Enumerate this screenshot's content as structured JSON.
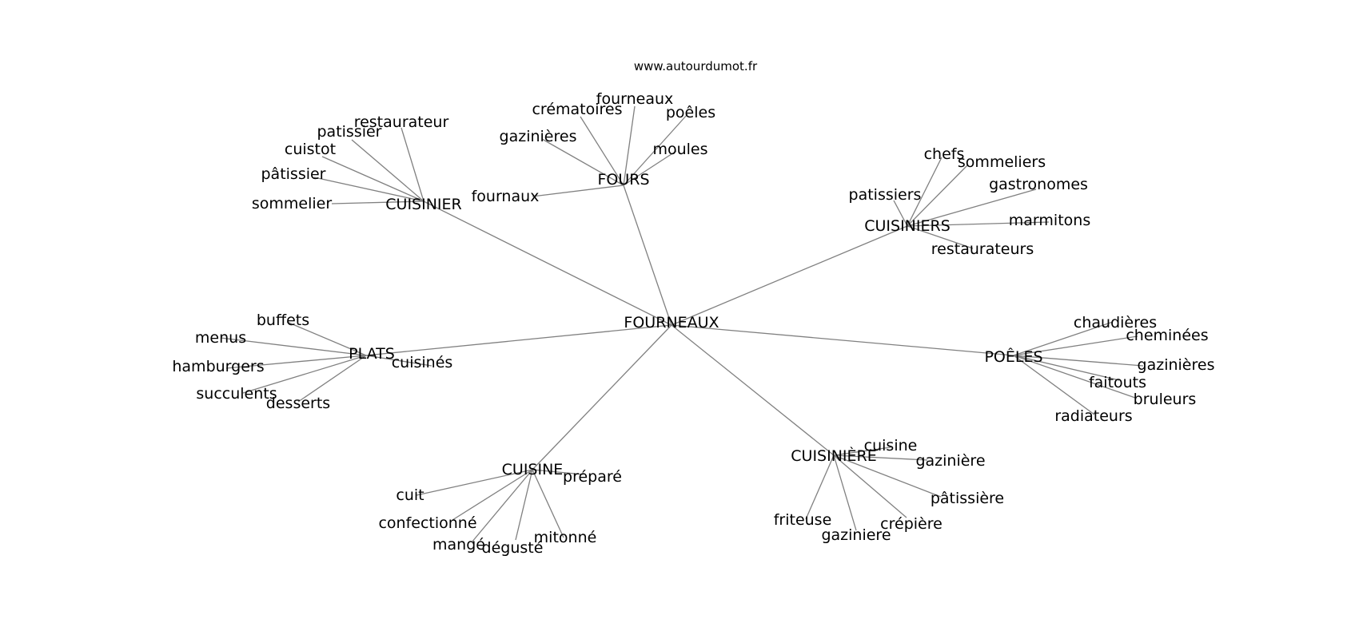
{
  "credit": "www.autourdumot.fr",
  "colors": {
    "edge": "#808080",
    "text": "#000000",
    "background": "#ffffff"
  },
  "graph": {
    "center": "FOURNEAUX",
    "groups": [
      {
        "hub": "CUISINIER",
        "leaves": [
          "restaurateur",
          "patissier",
          "cuistot",
          "pâtissier",
          "sommelier"
        ]
      },
      {
        "hub": "FOURS",
        "leaves": [
          "crématoires",
          "fourneaux",
          "poêles",
          "gazinières",
          "moules",
          "fournaux"
        ]
      },
      {
        "hub": "CUISINIERS",
        "leaves": [
          "chefs",
          "sommeliers",
          "gastronomes",
          "patissiers",
          "marmitons",
          "restaurateurs"
        ]
      },
      {
        "hub": "PLATS",
        "leaves": [
          "buffets",
          "menus",
          "cuisinés",
          "hamburgers",
          "succulents",
          "desserts"
        ]
      },
      {
        "hub": "POÊLES",
        "leaves": [
          "chaudières",
          "cheminées",
          "gazinières",
          "faitouts",
          "bruleurs",
          "radiateurs"
        ]
      },
      {
        "hub": "CUISINE",
        "leaves": [
          "préparé",
          "cuit",
          "confectionné",
          "mangé",
          "dégusté",
          "mitonné"
        ]
      },
      {
        "hub": "CUISINIÈRE",
        "leaves": [
          "cuisine",
          "gazinière",
          "pâtissière",
          "crépière",
          "gaziniere",
          "friteuse"
        ]
      }
    ]
  }
}
